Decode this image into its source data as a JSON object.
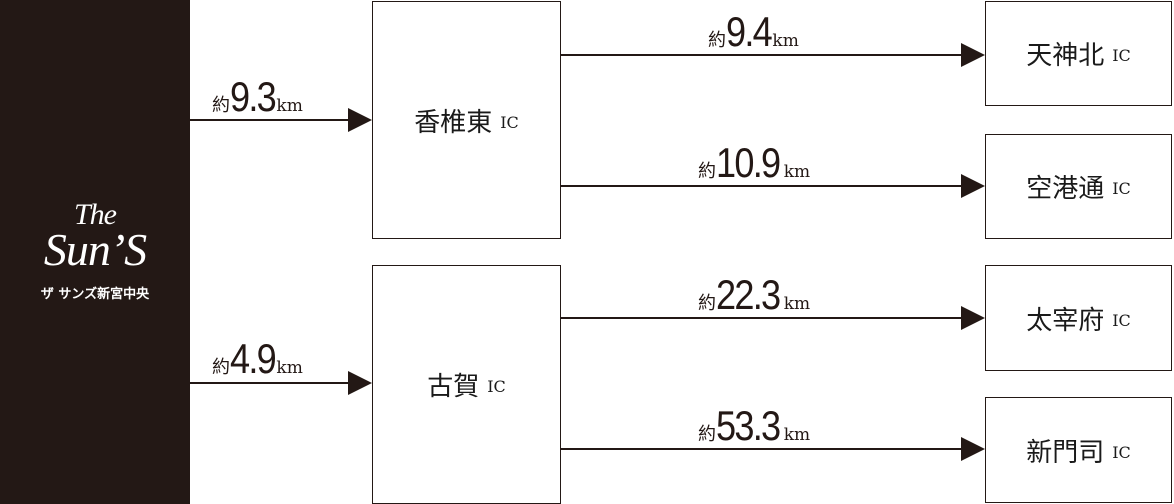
{
  "origin": {
    "logo_line1": "The",
    "logo_line2": "Sun’S",
    "name": "ザ サンズ新宮中央"
  },
  "interchanges": {
    "kashii_higashi": {
      "name": "香椎東",
      "suffix": "IC"
    },
    "koga": {
      "name": "古賀",
      "suffix": "IC"
    },
    "tenjin_kita": {
      "name": "天神北",
      "suffix": "IC"
    },
    "kuko_dori": {
      "name": "空港通",
      "suffix": "IC"
    },
    "dazaifu": {
      "name": "太宰府",
      "suffix": "IC"
    },
    "shinmoji": {
      "name": "新門司",
      "suffix": "IC"
    }
  },
  "distances": {
    "prefix": "約",
    "unit": "km",
    "to_kashii_higashi": "9.3",
    "to_koga": "4.9",
    "to_tenjin_kita": "9.4",
    "to_kuko_dori": "10.9",
    "to_dazaifu": "22.3",
    "to_shinmoji": "53.3"
  }
}
